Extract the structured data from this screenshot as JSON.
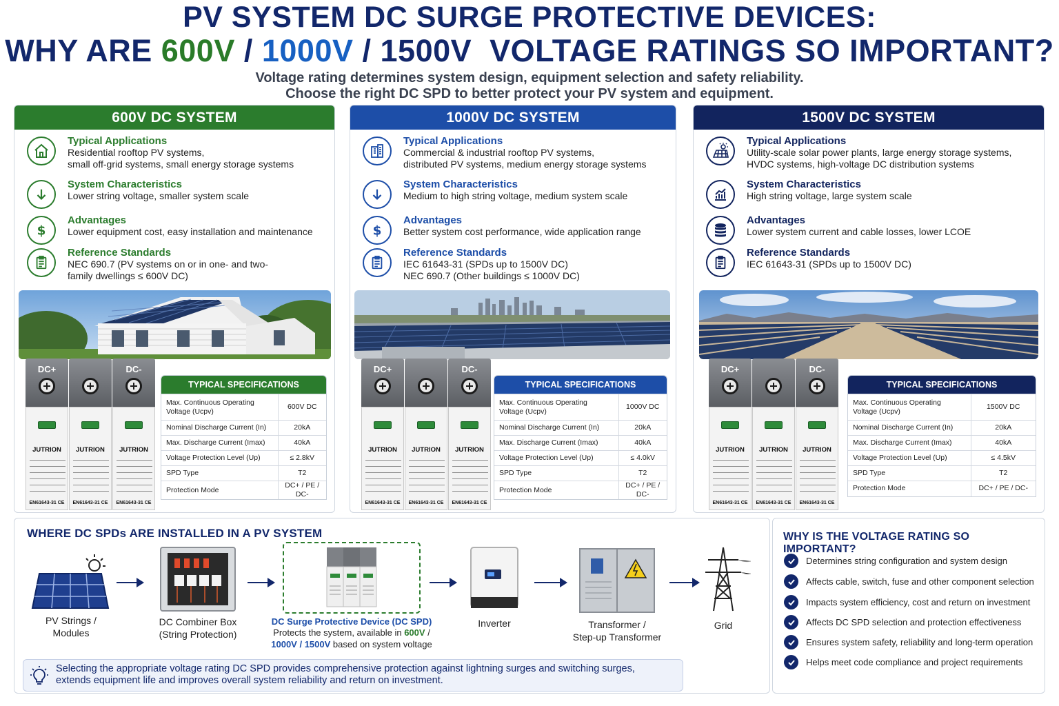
{
  "header": {
    "title_line1": "PV SYSTEM DC SURGE PROTECTIVE DEVICES:",
    "title_line2_prefix": "WHY ARE ",
    "title_v600": "600V",
    "title_sep1": " / ",
    "title_v1000": "1000V",
    "title_sep2": " / ",
    "title_v1500": "1500V",
    "title_line2_suffix": "  VOLTAGE RATINGS SO IMPORTANT?",
    "subtitle_line1": "Voltage rating determines system design, equipment selection and safety reliability.",
    "subtitle_line2": "Choose the right DC SPD to better protect your PV system and equipment."
  },
  "colors": {
    "green": "#2b7c2d",
    "blue": "#1d4ea8",
    "navy": "#12245e",
    "title_navy": "#12276b"
  },
  "panels": [
    {
      "title": "600V DC SYSTEM",
      "features": [
        {
          "icon": "house-icon",
          "title": "Typical Applications",
          "lines": [
            "Residential rooftop PV systems,",
            "small off-grid systems, small energy storage systems"
          ]
        },
        {
          "icon": "arrow-down-icon",
          "title": "System Characteristics",
          "lines": [
            "Lower string voltage, smaller system scale"
          ]
        },
        {
          "icon": "dollar-icon",
          "title": "Advantages",
          "lines": [
            "Lower equipment cost, easy installation and maintenance"
          ]
        },
        {
          "icon": "clipboard-icon",
          "title": "Reference Standards",
          "lines": [
            "NEC 690.7 (PV systems on or in one- and two-",
            "family dwellings ≤ 600V DC)"
          ]
        }
      ],
      "spd_labels": [
        "DC+",
        "",
        "DC-"
      ],
      "spd_brand": "JUTRION",
      "spd_std": "EN61643-31 CE",
      "specs_title": "TYPICAL SPECIFICATIONS",
      "specs": [
        {
          "label": "Max. Continuous Operating Voltage (Ucpv)",
          "value": "600V DC"
        },
        {
          "label": "Nominal Discharge Current (In)",
          "value": "20kA"
        },
        {
          "label": "Max. Discharge Current (Imax)",
          "value": "40kA"
        },
        {
          "label": "Voltage Protection Level (Up)",
          "value": "≤ 2.8kV"
        },
        {
          "label": "SPD Type",
          "value": "T2"
        },
        {
          "label": "Protection Mode",
          "value": "DC+ / PE / DC-"
        }
      ]
    },
    {
      "title": "1000V DC SYSTEM",
      "features": [
        {
          "icon": "building-icon",
          "title": "Typical Applications",
          "lines": [
            "Commercial & industrial rooftop PV systems,",
            "distributed PV systems, medium energy storage systems"
          ]
        },
        {
          "icon": "arrow-down-icon",
          "title": "System Characteristics",
          "lines": [
            "Medium to high string voltage, medium system scale"
          ]
        },
        {
          "icon": "dollar-icon",
          "title": "Advantages",
          "lines": [
            "Better system cost performance, wide application range"
          ]
        },
        {
          "icon": "clipboard-icon",
          "title": "Reference Standards",
          "lines": [
            "IEC 61643-31 (SPDs up to 1500V DC)",
            "NEC 690.7 (Other buildings ≤ 1000V DC)"
          ]
        }
      ],
      "spd_labels": [
        "DC+",
        "",
        "DC-"
      ],
      "spd_brand": "JUTRION",
      "spd_std": "EN61643-31 CE",
      "specs_title": "TYPICAL SPECIFICATIONS",
      "specs": [
        {
          "label": "Max. Continuous Operating Voltage (Ucpv)",
          "value": "1000V DC"
        },
        {
          "label": "Nominal Discharge Current (In)",
          "value": "20kA"
        },
        {
          "label": "Max. Discharge Current (Imax)",
          "value": "40kA"
        },
        {
          "label": "Voltage Protection Level (Up)",
          "value": "≤ 4.0kV"
        },
        {
          "label": "SPD Type",
          "value": "T2"
        },
        {
          "label": "Protection Mode",
          "value": "DC+ / PE / DC-"
        }
      ]
    },
    {
      "title": "1500V DC SYSTEM",
      "features": [
        {
          "icon": "solar-plant-icon",
          "title": "Typical Applications",
          "lines": [
            "Utility-scale solar power plants, large energy storage systems,",
            "HVDC systems, high-voltage DC distribution systems"
          ]
        },
        {
          "icon": "chart-up-icon",
          "title": "System Characteristics",
          "lines": [
            "High string voltage, large system scale"
          ]
        },
        {
          "icon": "coins-icon",
          "title": "Advantages",
          "lines": [
            "Lower system current and cable losses, lower LCOE"
          ]
        },
        {
          "icon": "clipboard-icon",
          "title": "Reference Standards",
          "lines": [
            "IEC 61643-31 (SPDs up to 1500V DC)"
          ]
        }
      ],
      "spd_labels": [
        "DC+",
        "",
        "DC-"
      ],
      "spd_brand": "JUTRION",
      "spd_std": "EN61643-31 CE",
      "specs_title": "TYPICAL SPECIFICATIONS",
      "specs": [
        {
          "label": "Max. Continuous Operating Voltage (Ucpv)",
          "value": "1500V DC"
        },
        {
          "label": "Nominal Discharge Current (In)",
          "value": "20kA"
        },
        {
          "label": "Max. Discharge Current (Imax)",
          "value": "40kA"
        },
        {
          "label": "Voltage Protection Level (Up)",
          "value": "≤ 4.5kV"
        },
        {
          "label": "SPD Type",
          "value": "T2"
        },
        {
          "label": "Protection Mode",
          "value": "DC+ / PE / DC-"
        }
      ]
    }
  ],
  "flow": {
    "title": "WHERE DC SPDs ARE INSTALLED IN A PV SYSTEM",
    "nodes": [
      {
        "lines": [
          "PV Strings /",
          "Modules"
        ]
      },
      {
        "lines": [
          "DC Combiner Box",
          "(String Protection)"
        ]
      },
      {
        "title": "DC Surge Protective Device (DC SPD)",
        "desc_prefix": "Protects the system, available in ",
        "v600": "600V",
        "desc_mid": " /",
        "v1000_1500": "1000V / 1500V",
        "desc_suffix": " based on system voltage"
      },
      {
        "lines": [
          "Inverter"
        ]
      },
      {
        "lines": [
          "Transformer /",
          "Step-up Transformer"
        ]
      },
      {
        "lines": [
          "Grid"
        ]
      }
    ],
    "tip_line1": "Selecting the appropriate voltage rating DC SPD provides comprehensive protection against lightning surges and switching surges,",
    "tip_line2": "extends equipment life and improves overall system reliability and return on investment."
  },
  "why": {
    "title": "WHY IS THE VOLTAGE RATING SO IMPORTANT?",
    "items": [
      "Determines string configuration and system design",
      "Affects cable, switch, fuse and other component selection",
      "Impacts system efficiency, cost and return on investment",
      "Affects DC SPD selection and protection effectiveness",
      "Ensures system safety, reliability and long-term operation",
      "Helps meet code compliance and project requirements"
    ]
  }
}
